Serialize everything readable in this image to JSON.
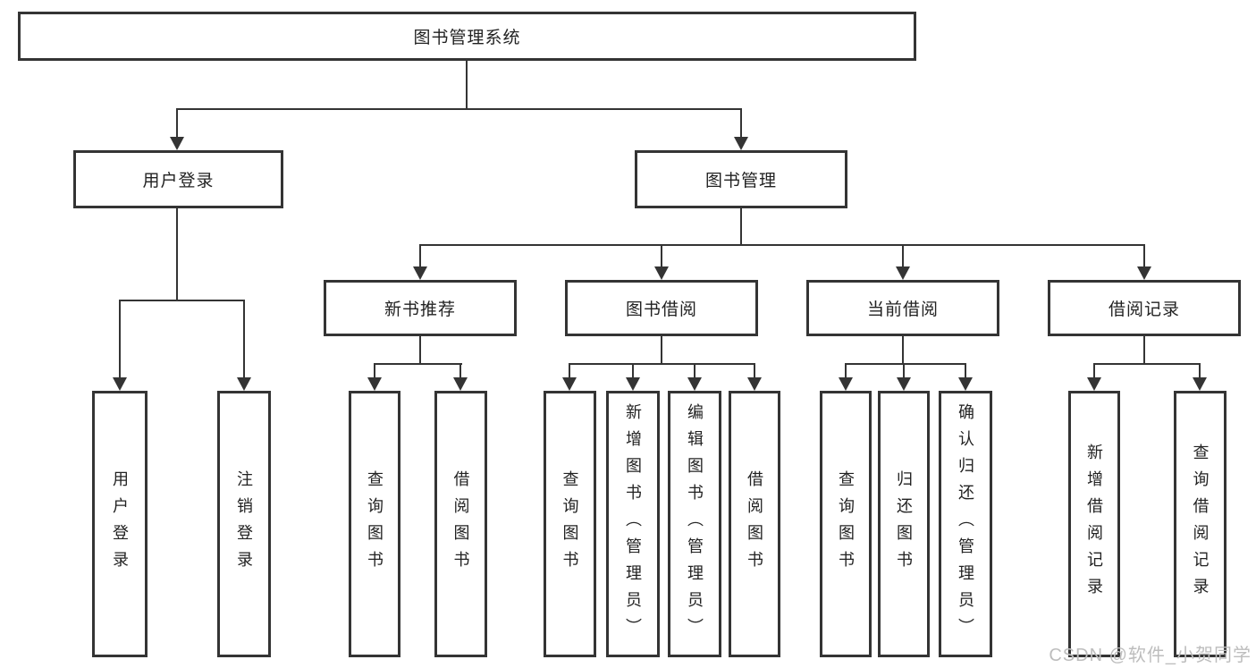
{
  "watermark": {
    "text": "CSDN @软件_小贺同学",
    "color": "#bdbdbd"
  },
  "colors": {
    "line": "#343434",
    "text": "#222222",
    "background": "#ffffff"
  },
  "tree": {
    "root": "图书管理系统",
    "branches": [
      {
        "label": "用户登录",
        "children": [
          "用户登录",
          "注销登录"
        ]
      },
      {
        "label": "图书管理",
        "children": [
          {
            "label": "新书推荐",
            "children": [
              "查询图书",
              "借阅图书"
            ]
          },
          {
            "label": "图书借阅",
            "children": [
              "查询图书",
              "新增图书（管理员）",
              "编辑图书（管理员）",
              "借阅图书"
            ]
          },
          {
            "label": "当前借阅",
            "children": [
              "查询图书",
              "归还图书",
              "确认归还（管理员）"
            ]
          },
          {
            "label": "借阅记录",
            "children": [
              "新增借阅记录",
              "查询借阅记录"
            ]
          }
        ]
      }
    ]
  }
}
